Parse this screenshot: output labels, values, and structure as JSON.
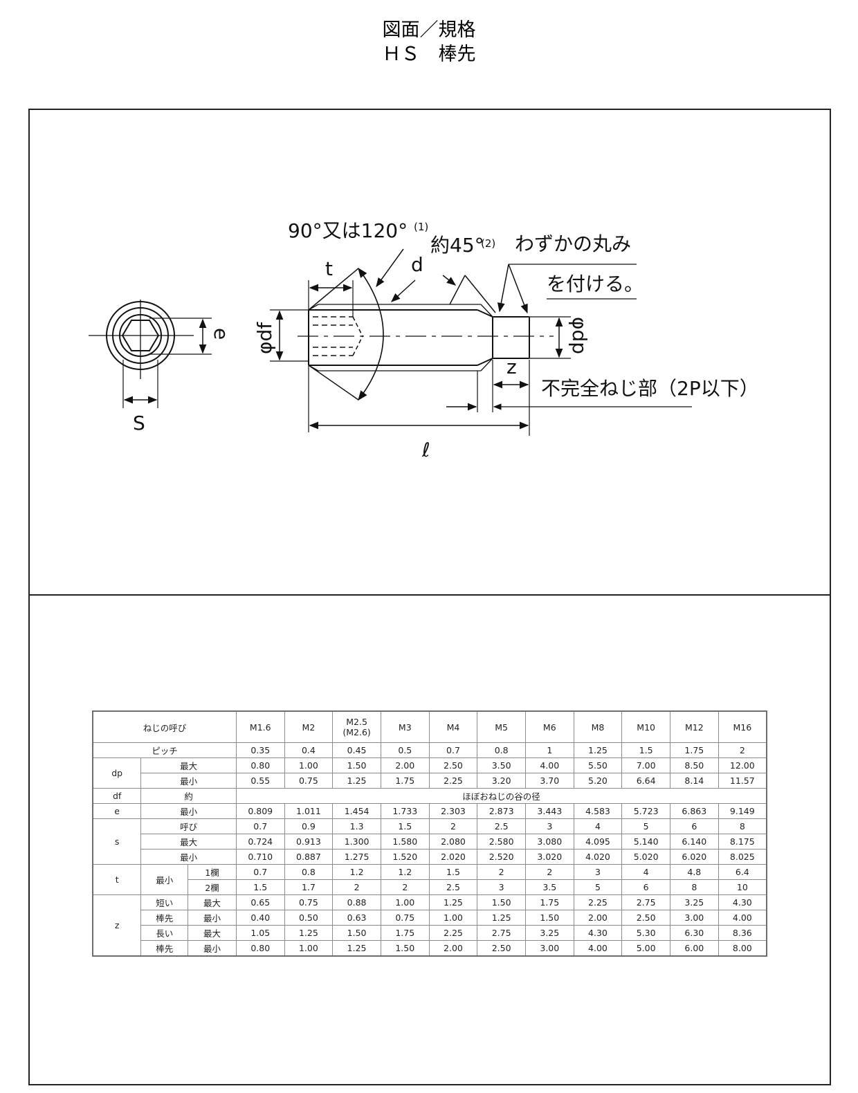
{
  "title": {
    "line1": "図面／規格",
    "line2": "ＨＳ　棒先"
  },
  "drawing": {
    "label_angle": "90°又は120°",
    "note_1": "(1)",
    "label_45": "約45°",
    "note_2": "(2)",
    "label_round": "わずかの丸み",
    "label_round2": "を付ける。",
    "label_t": "t",
    "label_d": "d",
    "label_df": "φdf",
    "label_dp": "φdp",
    "label_e": "e",
    "label_s": "S",
    "label_z": "z",
    "label_l": "ℓ",
    "label_incomplete": "不完全ねじ部（2P以下）"
  },
  "table": {
    "head_label": "ねじの呼び",
    "sizes": [
      "M1.6",
      "M2",
      "M2.5",
      "M3",
      "M4",
      "M5",
      "M6",
      "M8",
      "M10",
      "M12",
      "M16"
    ],
    "size_m25_alt": "(M2.6)",
    "pitch_label": "ピッチ",
    "pitch": [
      "0.35",
      "0.4",
      "0.45",
      "0.5",
      "0.7",
      "0.8",
      "1",
      "1.25",
      "1.5",
      "1.75",
      "2"
    ],
    "dp_label": "dp",
    "max_label": "最大",
    "min_label": "最小",
    "dp_max": [
      "0.80",
      "1.00",
      "1.50",
      "2.00",
      "2.50",
      "3.50",
      "4.00",
      "5.50",
      "7.00",
      "8.50",
      "12.00"
    ],
    "dp_min": [
      "0.55",
      "0.75",
      "1.25",
      "1.75",
      "2.25",
      "3.20",
      "3.70",
      "5.20",
      "6.64",
      "8.14",
      "11.57"
    ],
    "df_label": "df",
    "approx_label": "約",
    "df_value": "ほぼおねじの谷の径",
    "e_label": "e",
    "e_min": [
      "0.809",
      "1.011",
      "1.454",
      "1.733",
      "2.303",
      "2.873",
      "3.443",
      "4.583",
      "5.723",
      "6.863",
      "9.149"
    ],
    "s_label": "s",
    "nominal_label": "呼び",
    "s_nom": [
      "0.7",
      "0.9",
      "1.3",
      "1.5",
      "2",
      "2.5",
      "3",
      "4",
      "5",
      "6",
      "8"
    ],
    "s_max": [
      "0.724",
      "0.913",
      "1.300",
      "1.580",
      "2.080",
      "2.580",
      "3.080",
      "4.095",
      "5.140",
      "6.140",
      "8.175"
    ],
    "s_min": [
      "0.710",
      "0.887",
      "1.275",
      "1.520",
      "2.020",
      "2.520",
      "3.020",
      "4.020",
      "5.020",
      "6.020",
      "8.025"
    ],
    "t_label": "t",
    "col1_label": "1欄",
    "col2_label": "2欄",
    "t_col1": [
      "0.7",
      "0.8",
      "1.2",
      "1.2",
      "1.5",
      "2",
      "2",
      "3",
      "4",
      "4.8",
      "6.4"
    ],
    "t_col2": [
      "1.5",
      "1.7",
      "2",
      "2",
      "2.5",
      "3",
      "3.5",
      "5",
      "6",
      "8",
      "10"
    ],
    "z_label": "z",
    "short_label_1": "短い",
    "long_label_1": "長い",
    "point_label": "棒先",
    "z_short_max": [
      "0.65",
      "0.75",
      "0.88",
      "1.00",
      "1.25",
      "1.50",
      "1.75",
      "2.25",
      "2.75",
      "3.25",
      "4.30"
    ],
    "z_short_min": [
      "0.40",
      "0.50",
      "0.63",
      "0.75",
      "1.00",
      "1.25",
      "1.50",
      "2.00",
      "2.50",
      "3.00",
      "4.00"
    ],
    "z_long_max": [
      "1.05",
      "1.25",
      "1.50",
      "1.75",
      "2.25",
      "2.75",
      "3.25",
      "4.30",
      "5.30",
      "6.30",
      "8.36"
    ],
    "z_long_min": [
      "0.80",
      "1.00",
      "1.25",
      "1.50",
      "2.00",
      "2.50",
      "3.00",
      "4.00",
      "5.00",
      "6.00",
      "8.00"
    ]
  }
}
